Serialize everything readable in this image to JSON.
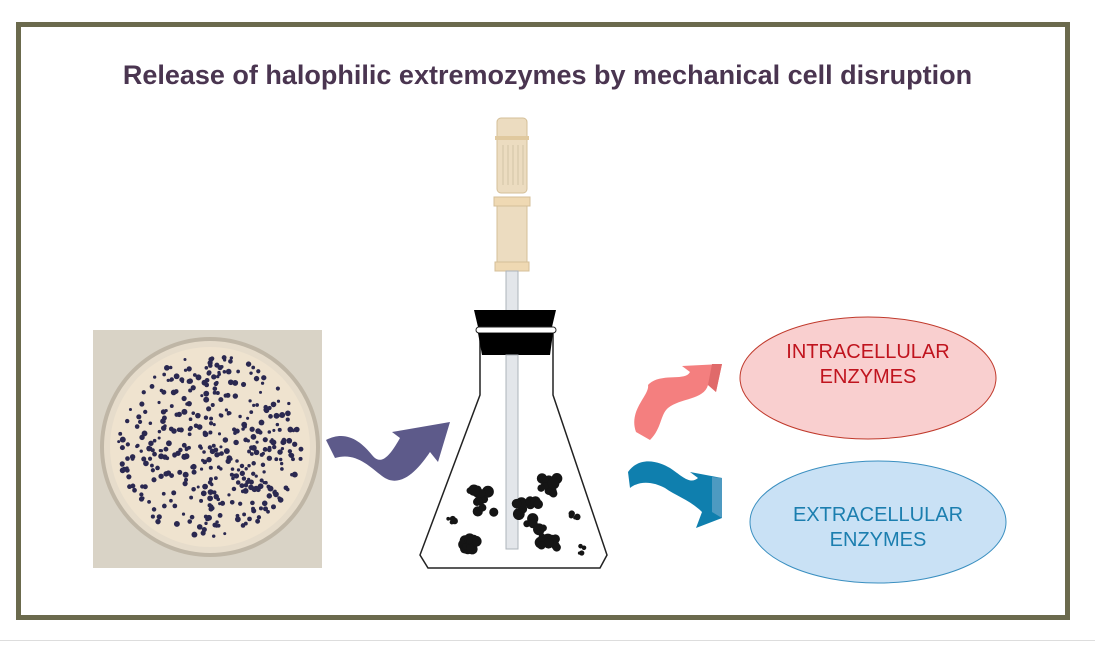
{
  "title": "Release of halophilic extremozymes by mechanical cell disruption",
  "outputs": [
    {
      "line1": "INTRACELLULAR",
      "line2": "ENZYMES",
      "fill": "#f9cfcf",
      "stroke": "#c0392b",
      "text_color": "#c0141e"
    },
    {
      "line1": "EXTRACELLULAR",
      "line2": "ENZYMES",
      "fill": "#c9e1f5",
      "stroke": "#3a8fc0",
      "text_color": "#1b7eaf"
    }
  ],
  "colors": {
    "frame": "#6b6a4d",
    "title": "#4a3550",
    "input_arrow": "#5d5a8a",
    "intra_arrow": "#f47f7f",
    "extra_arrow": "#0f7fae"
  }
}
